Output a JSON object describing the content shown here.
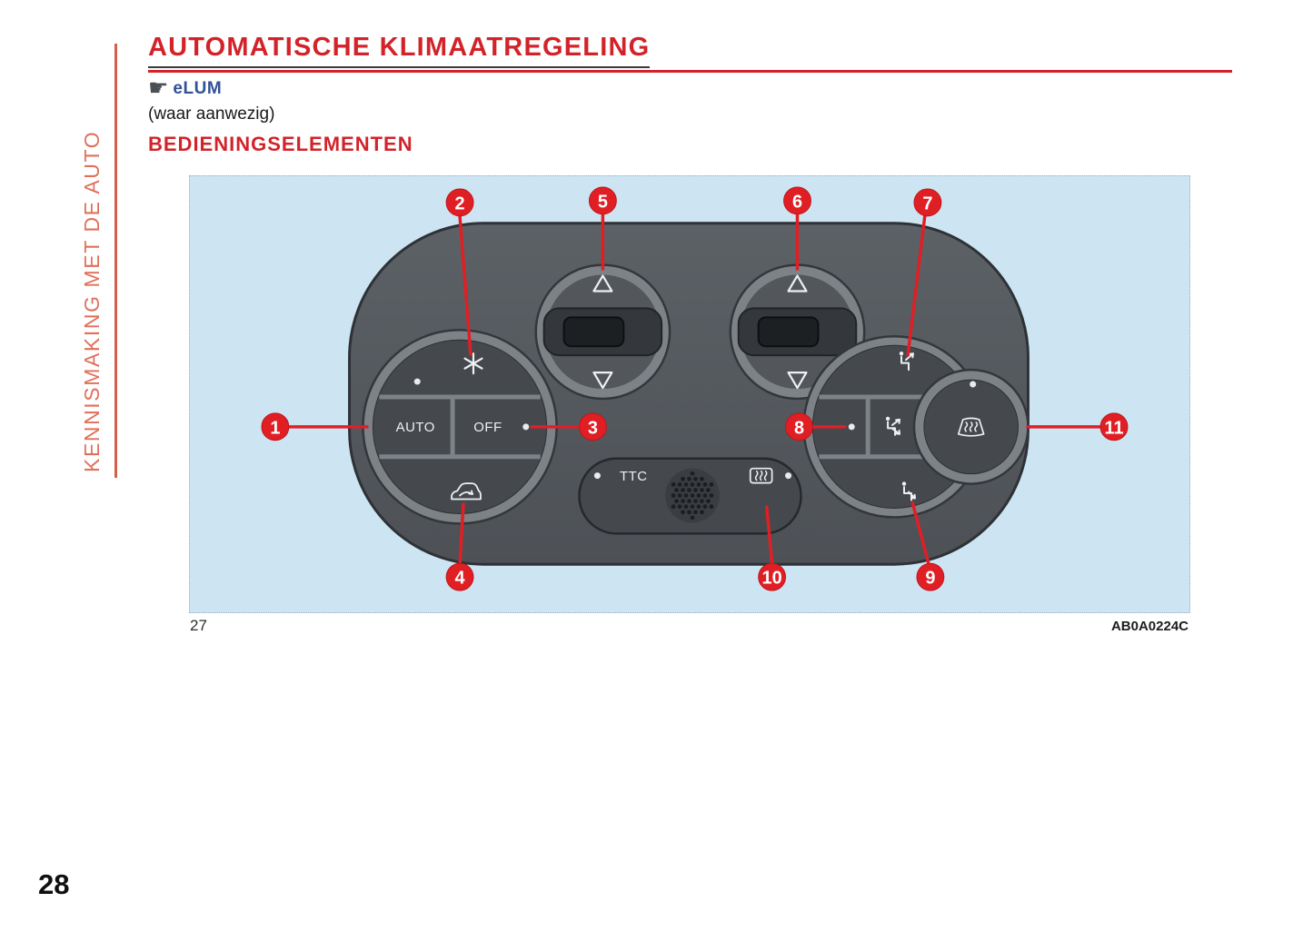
{
  "colors": {
    "heading_red": "#d2232a",
    "sidebar_salmon": "#e0705a",
    "callout_red": "#e01f25",
    "panel_blue": "#cde5f2",
    "logo_blue": "#2f5197",
    "unit_gray": "#55595e"
  },
  "sidebar": {
    "text": "KENNISMAKING MET DE AUTO"
  },
  "header": {
    "title": "AUTOMATISCHE KLIMAATREGELING",
    "logo": "eLUM",
    "note": "(waar aanwezig)",
    "subtitle": "BEDIENINGSELEMENTEN"
  },
  "figure": {
    "number": "27",
    "code": "AB0A0224C",
    "panel_labels": {
      "auto": "AUTO",
      "off": "OFF",
      "ttc": "TTC"
    },
    "callouts": [
      {
        "n": "1",
        "points_to": "auto-button"
      },
      {
        "n": "2",
        "points_to": "snowflake-ac-button"
      },
      {
        "n": "3",
        "points_to": "off-button"
      },
      {
        "n": "4",
        "points_to": "recirculation-button"
      },
      {
        "n": "5",
        "points_to": "left-temperature-slider"
      },
      {
        "n": "6",
        "points_to": "right-temperature-slider"
      },
      {
        "n": "7",
        "points_to": "air-to-vents-button"
      },
      {
        "n": "8",
        "points_to": "air-distribution-knob"
      },
      {
        "n": "9",
        "points_to": "air-to-floor-button"
      },
      {
        "n": "10",
        "points_to": "rear-window-defrost-button"
      },
      {
        "n": "11",
        "points_to": "windscreen-defrost-button"
      }
    ]
  },
  "footer": {
    "page_number": "28"
  }
}
